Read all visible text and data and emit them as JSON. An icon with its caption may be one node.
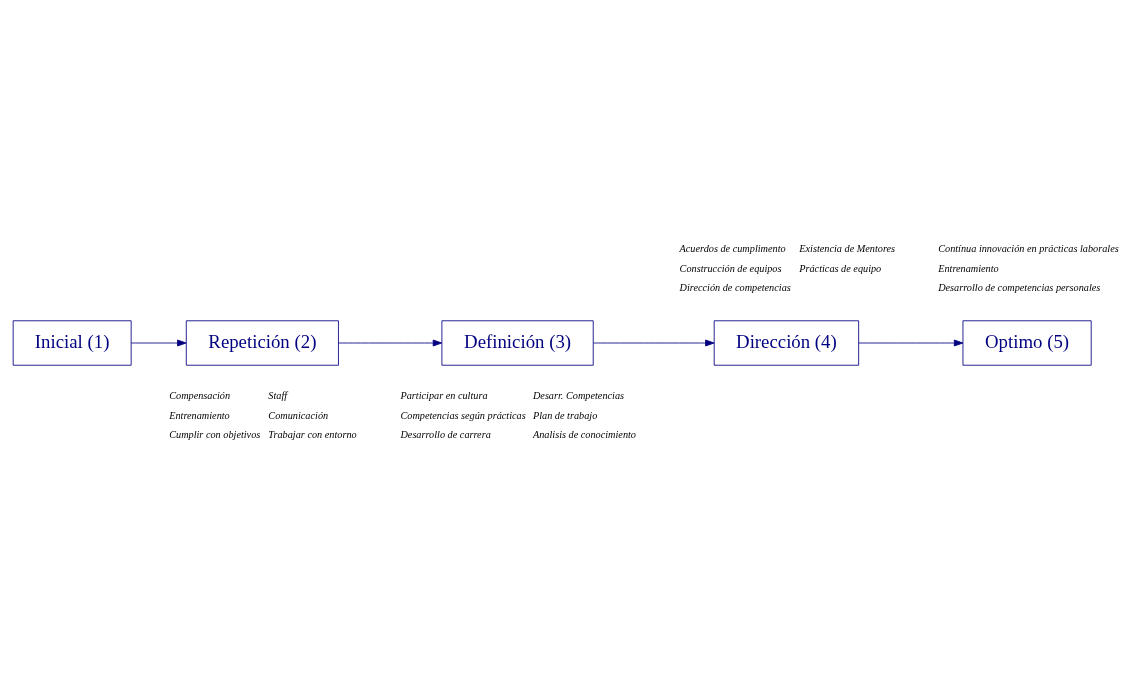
{
  "diagram": {
    "nodes": [
      {
        "text": [
          "Inicial (1)"
        ]
      },
      {
        "text": [
          "Repetición (2)"
        ],
        "beside": [
          "Compensación",
          "Staff",
          "Entrenamiento",
          "Comunicación",
          "Cumplir con objetivos",
          "Trabajar con entorno"
        ]
      },
      {
        "text": [
          "Definición (3)"
        ],
        "beside": [
          "Participar en cultura",
          "Desarr. Competencias",
          "Competencias según prácticas",
          "Plan de trabajo",
          "Desarrollo de carrera",
          "Analisis de conocimiento"
        ]
      },
      {
        "text": [
          "Dirección (4)"
        ],
        "beside": [
          "Acuerdos de cumplimento",
          "Existencia de Mentores",
          "Construcción de equipos",
          "Prácticas de equipo",
          "Dirección de competencias"
        ]
      },
      {
        "text": [
          "Optimo (5)"
        ],
        "beside": [
          "Contínua innovación en prácticas laborales",
          "Entrenamiento",
          "Desarrollo de competencias personales"
        ]
      }
    ],
    "edges": [
      {
        "from": 0,
        "to": 1,
        "arrow": "to"
      },
      {
        "from": 1,
        "to": 2,
        "arrow": "to"
      },
      {
        "from": 2,
        "to": 3,
        "arrow": "to"
      },
      {
        "from": 3,
        "to": 4,
        "arrow": "to"
      }
    ]
  }
}
